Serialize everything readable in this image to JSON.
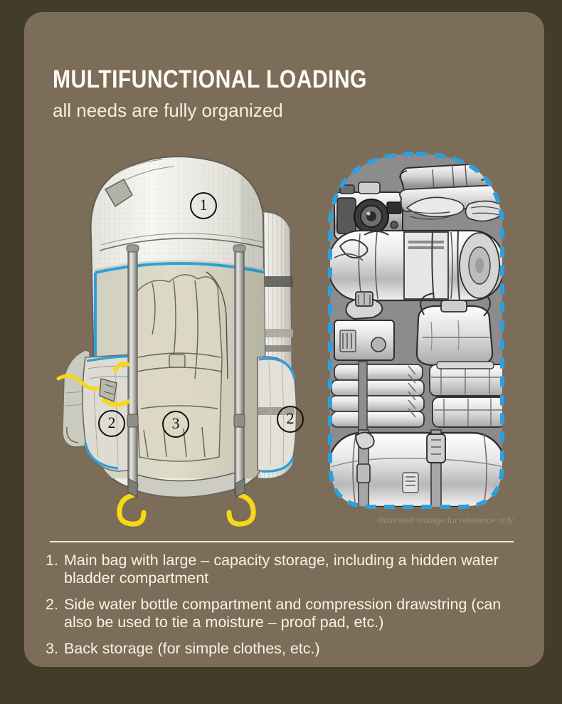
{
  "theme": {
    "outer_bg": "#443c2a",
    "panel_bg": "#7b6d57",
    "text": "#f7f3ea",
    "accent_blue": "#2e9fdd",
    "accent_yellow": "#f5d816",
    "gear_bg": "#8b8b8b"
  },
  "header": {
    "title": "MULTIFUNCTIONAL LOADING",
    "subtitle": "all needs are fully organized"
  },
  "illustration": {
    "backpack": {
      "callouts": [
        {
          "label": "1",
          "region": "main-compartment"
        },
        {
          "label": "2",
          "region": "left-side-bottle-pocket"
        },
        {
          "label": "3",
          "region": "back-storage"
        },
        {
          "label": "2",
          "region": "right-side-bottle-pocket"
        }
      ]
    },
    "gear_panel": {
      "caption": "Illustrated storage for reference only",
      "items": [
        "camera",
        "thermos-flask",
        "sandwich",
        "wrapped-food",
        "sleeping-bag-roll",
        "camp-stove",
        "kettle",
        "folded-clothes",
        "stuff-sack",
        "duffel-bag"
      ]
    }
  },
  "features": [
    {
      "num": "1.",
      "text": "Main bag with large – capacity storage, including a hidden water bladder compartment"
    },
    {
      "num": "2.",
      "text": "Side water bottle compartment and compression drawstring (can also be used to tie a moisture – proof pad, etc.)"
    },
    {
      "num": "3.",
      "text": "Back storage (for simple clothes, etc.)"
    }
  ]
}
